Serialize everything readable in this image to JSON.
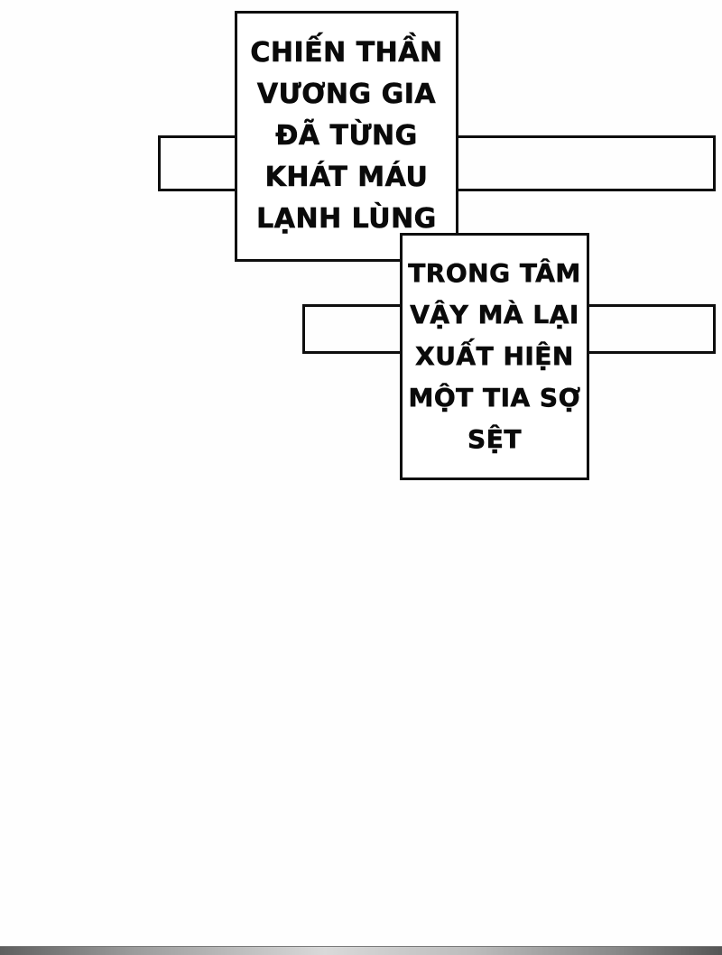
{
  "page": {
    "background_color": "#fefefe",
    "line_color": "#0e0e0e",
    "text_color": "#0a0a0a"
  },
  "bubble1": {
    "lines": {
      "0": "CHIẾN THẦN",
      "1": "VƯƠNG GIA",
      "2": "ĐÃ TỪNG",
      "3": "KHÁT MÁU",
      "4": "LẠNH LÙNG"
    }
  },
  "bubble2": {
    "lines": {
      "0": "TRONG TÂM",
      "1": "VẬY MÀ LẠI",
      "2": "XUẤT HIỆN",
      "3": "MỘT TIA SỢ",
      "4": "SỆT"
    }
  }
}
